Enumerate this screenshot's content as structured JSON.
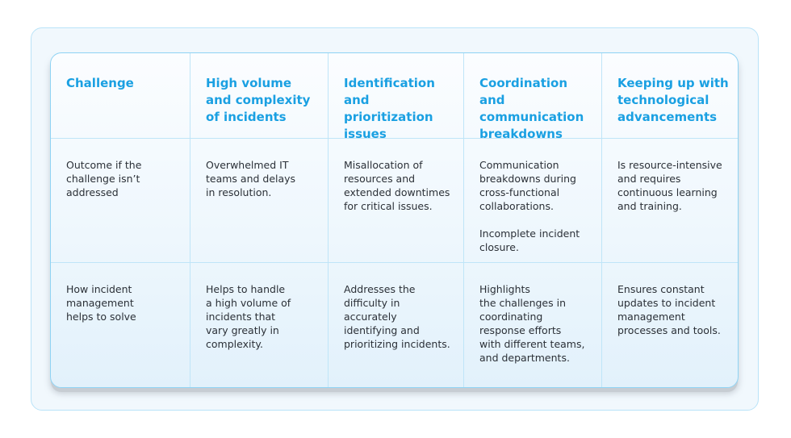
{
  "table": {
    "headers": [
      "Challenge",
      "High volume\nand complexity\nof incidents",
      "Identification\nand prioritization\nissues",
      "Coordination and\ncommunication\nbreakdowns",
      "Keeping up with\ntechnological\nadvancements"
    ],
    "rows": [
      {
        "label": "Outcome if the\nchallenge isn’t\naddressed",
        "cells": [
          [
            "Overwhelmed IT\nteams and delays\nin resolution."
          ],
          [
            "Misallocation of\nresources and\nextended downtimes\nfor critical issues."
          ],
          [
            "Communication\nbreakdowns during\ncross-functional\ncollaborations.",
            "Incomplete incident\nclosure."
          ],
          [
            "Is resource-intensive\nand requires\ncontinuous learning\nand training."
          ]
        ]
      },
      {
        "label": "How incident\nmanagement\nhelps to solve",
        "cells": [
          [
            "Helps to handle\na high volume of\nincidents that\nvary greatly in\ncomplexity."
          ],
          [
            "Addresses the\ndifficulty in accurately\nidentifying and\nprioritizing incidents."
          ],
          [
            "Highlights\nthe challenges in\ncoordinating\nresponse efforts\nwith different teams,\nand departments."
          ],
          [
            "Ensures constant\nupdates to incident\nmanagement\nprocesses and tools."
          ]
        ]
      }
    ]
  },
  "colors": {
    "header_text": "#1aa0e2",
    "body_text": "#2b3037",
    "border": "#8fd3f4",
    "background": "#f1f8fd"
  }
}
